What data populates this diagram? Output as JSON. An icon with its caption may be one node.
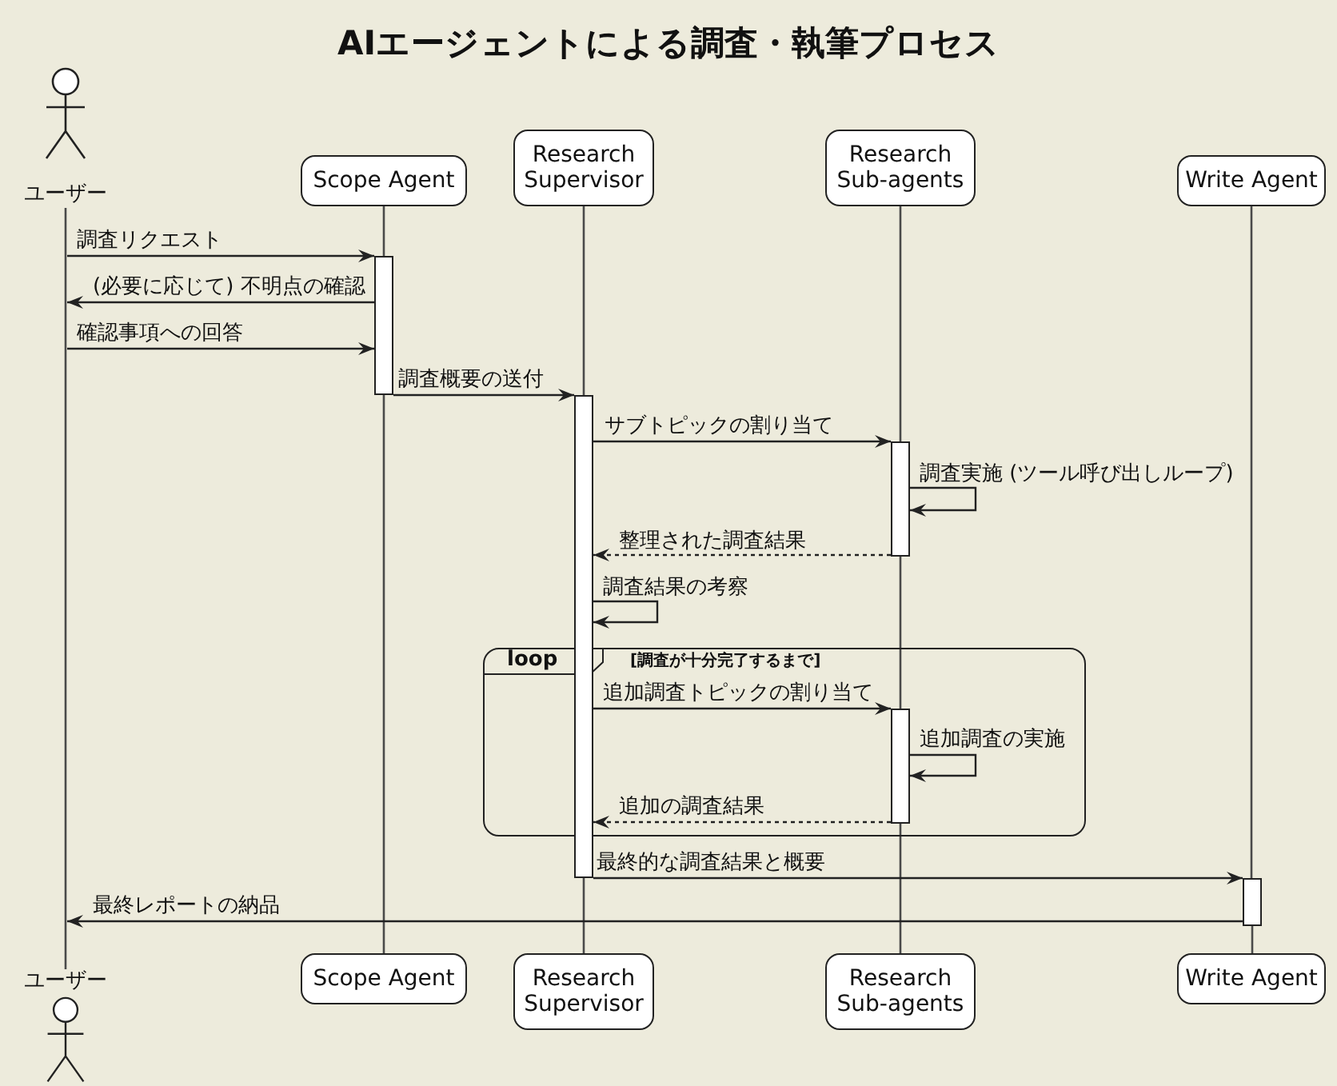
{
  "diagram": {
    "title": "AIエージェントによる調査・執筆プロセス",
    "nodes": [
      {
        "text": [
          "ユーザー"
        ]
      },
      {
        "text": [
          "Scope Agent"
        ]
      },
      {
        "text": [
          "Research Supervisor"
        ]
      },
      {
        "text": [
          "Research Sub-agents"
        ]
      },
      {
        "text": [
          "Write Agent"
        ]
      },
      {
        "text": [],
        "shape": "bar"
      },
      {
        "text": [],
        "shape": "bar"
      },
      {
        "text": [],
        "shape": "bar"
      },
      {
        "text": [
          "loop",
          "[調査が十分完了するまで]"
        ]
      },
      {
        "text": [],
        "shape": "bar",
        "in": 8
      },
      {
        "text": [],
        "shape": "bar"
      },
      {
        "text": [
          "ユーザー"
        ]
      },
      {
        "text": [
          "Scope Agent"
        ]
      },
      {
        "text": [
          "Research Supervisor"
        ]
      },
      {
        "text": [
          "Research Sub-agents"
        ]
      },
      {
        "text": [
          "Write Agent"
        ]
      }
    ],
    "edges": [
      {
        "from": 0,
        "to": 11,
        "arrow": "none"
      },
      {
        "from": 1,
        "to": 5,
        "arrow": "none"
      },
      {
        "from": 5,
        "to": 12,
        "arrow": "none"
      },
      {
        "from": 2,
        "to": 6,
        "arrow": "none"
      },
      {
        "from": 6,
        "to": 13,
        "arrow": "none"
      },
      {
        "from": 3,
        "to": 7,
        "arrow": "none"
      },
      {
        "from": 7,
        "to": 9,
        "arrow": "none"
      },
      {
        "from": 9,
        "to": 14,
        "arrow": "none"
      },
      {
        "from": 4,
        "to": 10,
        "arrow": "none"
      },
      {
        "from": 10,
        "to": 15,
        "arrow": "none"
      },
      {
        "from": null,
        "to": 5,
        "arrow": "to",
        "label": "調査リクエスト"
      },
      {
        "from": 5,
        "to": null,
        "arrow": "to",
        "label": "(必要に応じて) 不明点の確認"
      },
      {
        "from": null,
        "to": 5,
        "arrow": "to",
        "label": "確認事項への回答"
      },
      {
        "from": 5,
        "to": 6,
        "arrow": "to",
        "label": "調査概要の送付"
      },
      {
        "from": 6,
        "to": 7,
        "arrow": "to",
        "label": "サブトピックの割り当て"
      },
      {
        "from": 7,
        "to": 7,
        "arrow": "to",
        "label": "調査実施 (ツール呼び出しループ)"
      },
      {
        "from": 7,
        "to": 6,
        "arrow": "to",
        "label": "整理された調査結果",
        "style": "dashed"
      },
      {
        "from": 6,
        "to": 6,
        "arrow": "to",
        "label": "調査結果の考察"
      },
      {
        "from": 6,
        "to": 9,
        "arrow": "to",
        "label": "追加調査トピックの割り当て"
      },
      {
        "from": 9,
        "to": 9,
        "arrow": "to",
        "label": "追加調査の実施"
      },
      {
        "from": 9,
        "to": 6,
        "arrow": "to",
        "label": "追加の調査結果",
        "style": "dashed"
      },
      {
        "from": 6,
        "to": 10,
        "arrow": "to",
        "label": "最終的な調査結果と概要"
      },
      {
        "from": 10,
        "to": null,
        "arrow": "to",
        "label": "最終レポートの納品"
      }
    ]
  }
}
